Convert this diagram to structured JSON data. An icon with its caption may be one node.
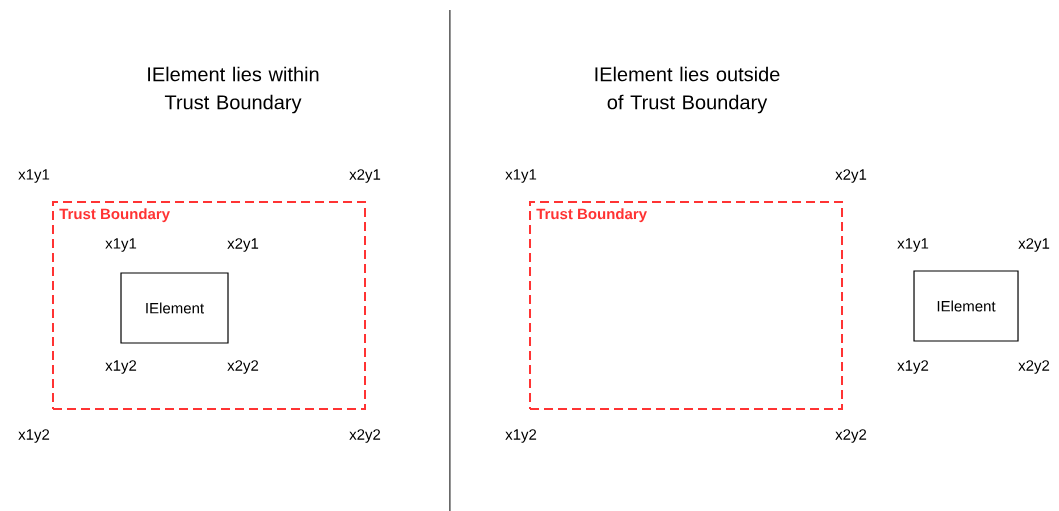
{
  "diagram": {
    "nodes": [
      {
        "text": [
          "Trust Boundary"
        ]
      },
      {
        "text": [
          "IElement"
        ],
        "in": 0
      },
      {
        "text": [
          "Trust Boundary"
        ]
      },
      {
        "text": [
          "IElement"
        ]
      }
    ],
    "labels": [
      "IElement lies within Trust Boundary",
      "IElement lies outside of Trust Boundary",
      "x1y1",
      "x2y1",
      "x1y1",
      "x2y1",
      "x1y1",
      "x2y1",
      "x1y1",
      "x2y1",
      "x1y2",
      "x2y2",
      "x1y2",
      "x2y2",
      "x1y2",
      "x2y2",
      "x1y2",
      "x2y2"
    ]
  }
}
